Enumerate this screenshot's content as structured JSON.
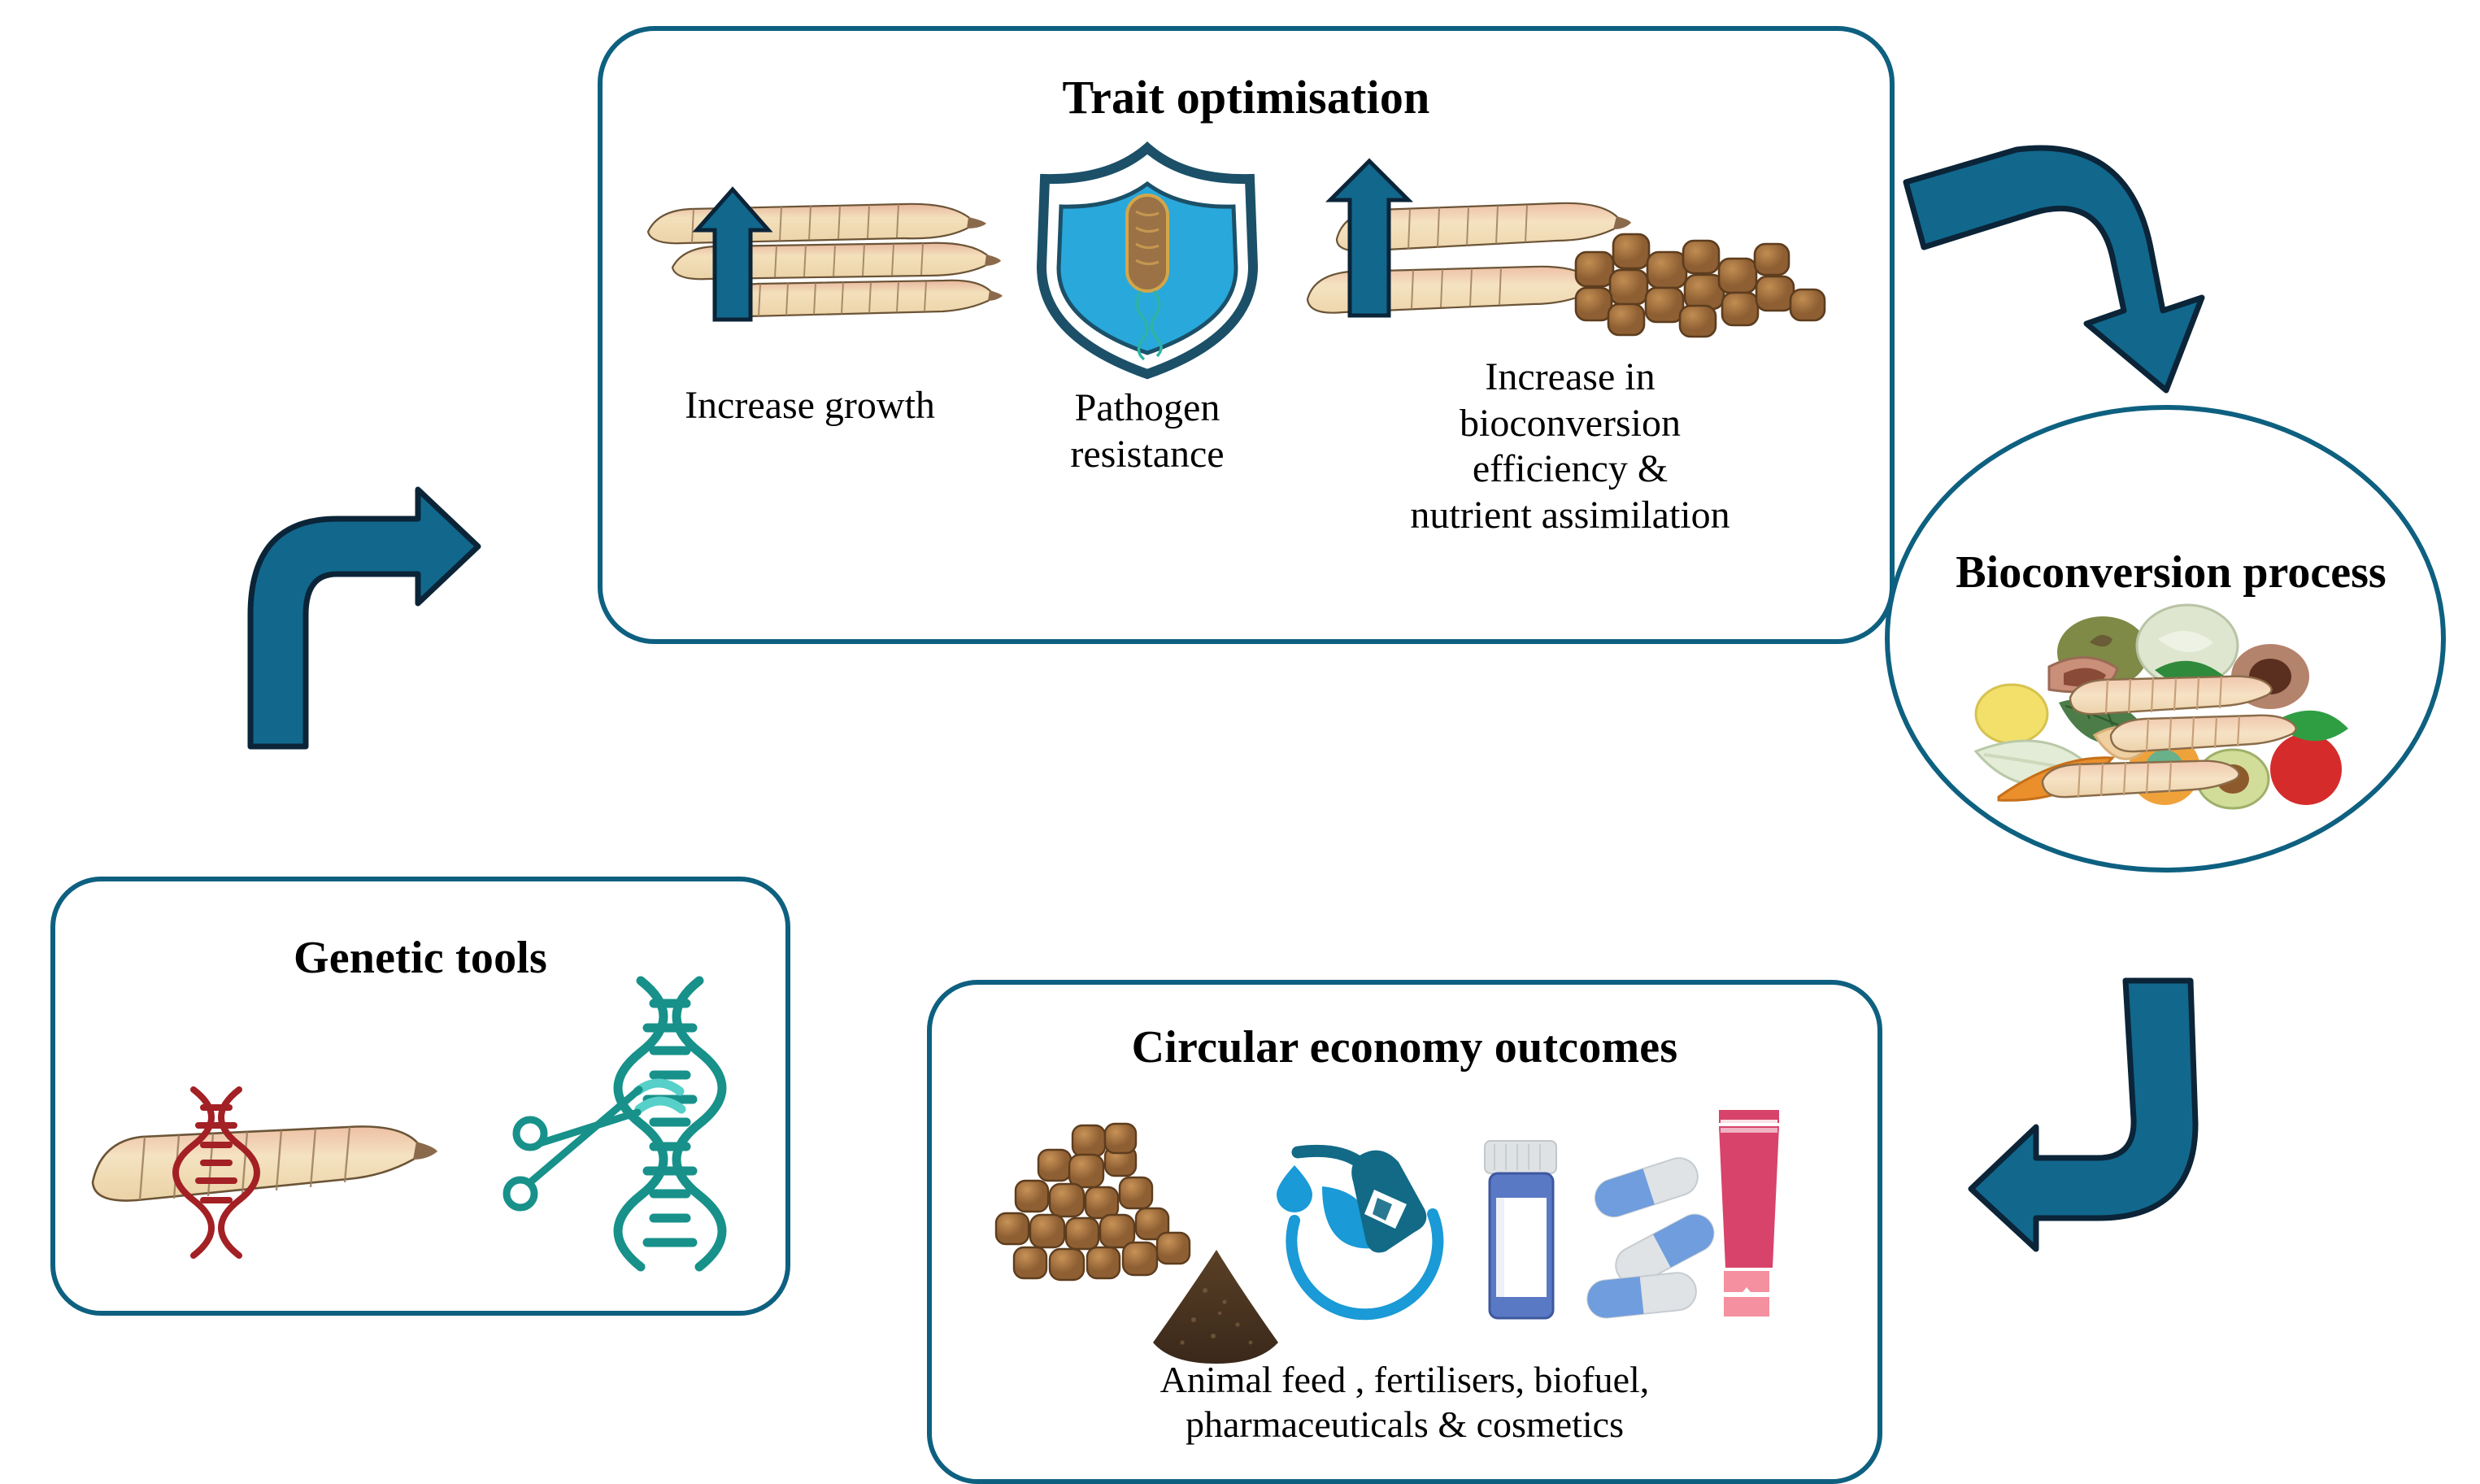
{
  "palette": {
    "outline_teal": "#0e6080",
    "arrow_fill": "#11688c",
    "arrow_stroke": "#0b2438",
    "shield_blue": "#29a8dc",
    "shield_navy": "#1b5068",
    "dna_teal": "#17918a",
    "dna_red": "#a32024",
    "larva_body": "#f0dcb4",
    "larva_edge": "#e0b098",
    "pellet_brown": "#a5703c",
    "soil_brown": "#4a3322",
    "fuel_dark": "#126a86",
    "fuel_blue": "#1a9ad6",
    "pill_blue": "#6f9ddd",
    "pill_white": "#e3e6e8",
    "tube_pink": "#d8436b",
    "tube_pink_light": "#f4909f",
    "background": "#ffffff"
  },
  "diagram": {
    "type": "cycle-flow",
    "node_order": [
      "genetic-tools",
      "trait-optimisation",
      "bioconversion-process",
      "circular-economy-outcomes"
    ],
    "arrows": [
      {
        "id": "arrow-genetic-to-trait",
        "direction": "up-then-right",
        "from": "genetic-tools",
        "to": "trait-optimisation"
      },
      {
        "id": "arrow-trait-to-bioconversion",
        "direction": "right-then-down",
        "from": "trait-optimisation",
        "to": "bioconversion-process"
      },
      {
        "id": "arrow-bioconversion-to-circular",
        "direction": "down-then-left",
        "from": "bioconversion-process",
        "to": "circular-economy-outcomes"
      }
    ]
  },
  "trait": {
    "title": "Trait optimisation",
    "items": [
      {
        "id": "increase-growth",
        "label": "Increase growth",
        "icon": "three-larvae-with-up-arrow-icon"
      },
      {
        "id": "pathogen-resistance",
        "label_line1": "Pathogen",
        "label_line2": "resistance",
        "icon": "shield-with-bacterium-icon"
      },
      {
        "id": "bioconversion-efficiency",
        "label_line1": "Increase in",
        "label_line2": "bioconversion",
        "label_line3": "efficiency &",
        "label_line4": "nutrient assimilation",
        "icon": "two-larvae-with-pellets-and-up-arrow-icon"
      }
    ]
  },
  "bioconversion": {
    "title": "Bioconversion process",
    "icon": "food-waste-pile-with-larvae-icon"
  },
  "genetic": {
    "title": "Genetic tools",
    "icons": [
      "larva-with-dna-helix-icon",
      "dna-helix-with-scissors-icon"
    ]
  },
  "circular": {
    "title": "Circular economy outcomes",
    "caption_line1": "Animal feed , fertilisers, biofuel,",
    "caption_line2": "pharmaceuticals & cosmetics",
    "icons": [
      "feed-pellets-icon",
      "soil-fertiliser-mound-icon",
      "biofuel-pump-with-drop-icon",
      "pill-bottle-icon",
      "capsules-icon",
      "cosmetic-tube-icon"
    ]
  }
}
